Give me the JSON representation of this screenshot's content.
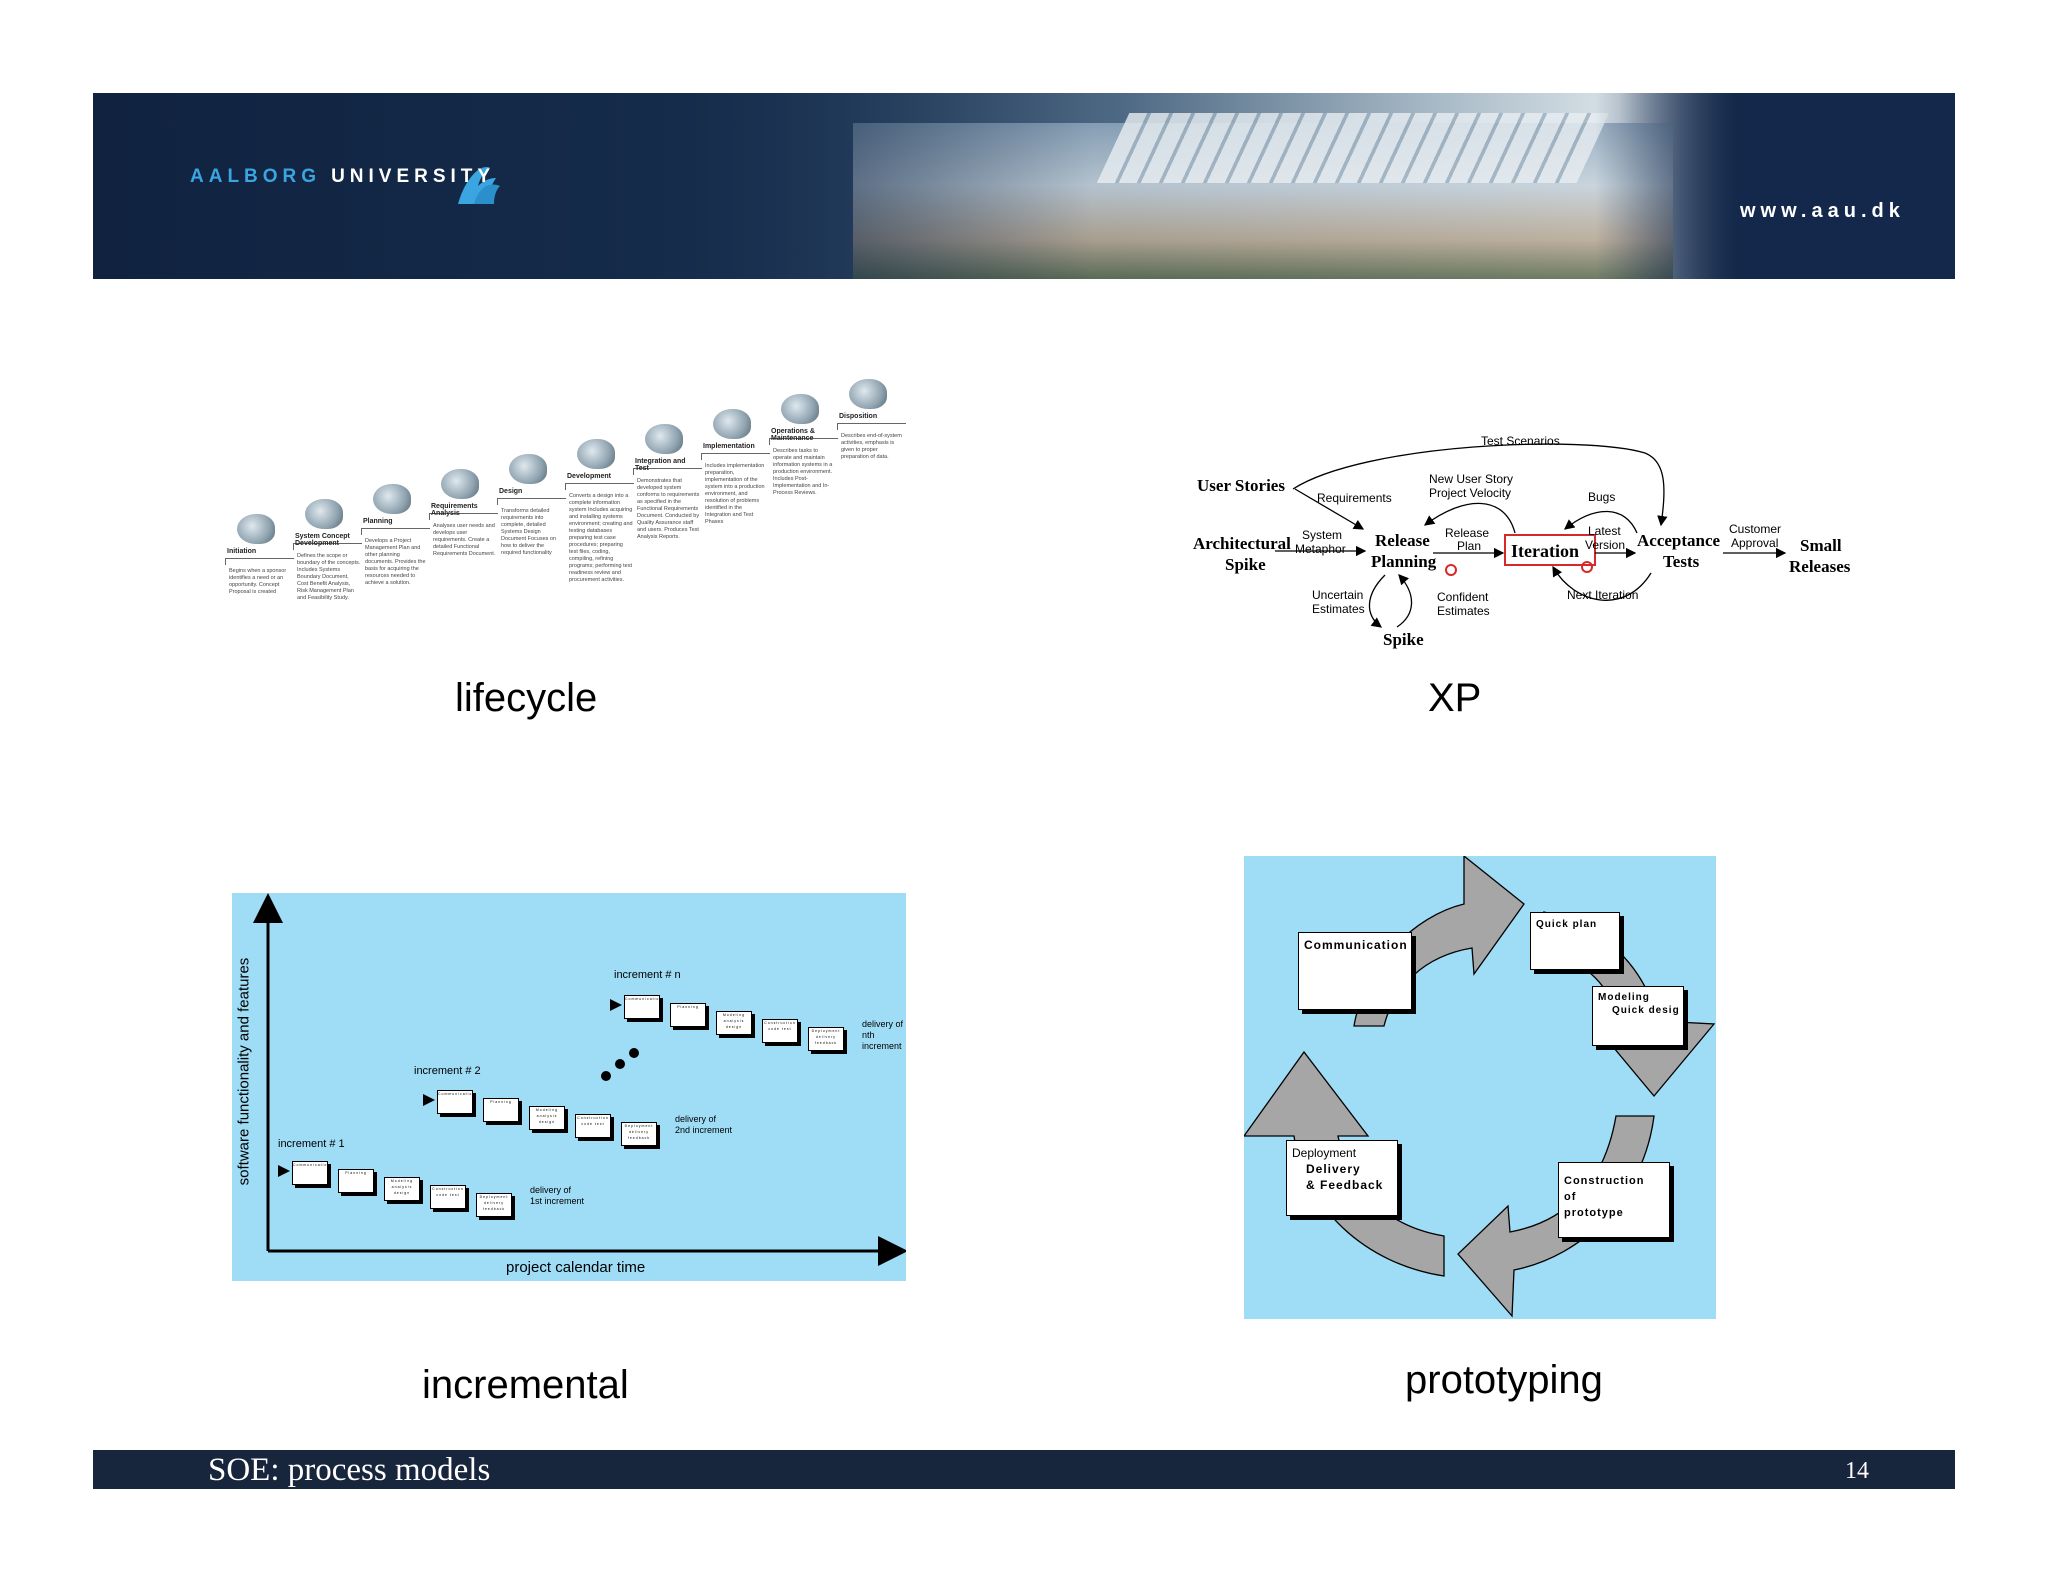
{
  "header": {
    "logo_word1": "AALBORG",
    "logo_word2": "UNIVERSITY",
    "website": "www.aau.dk"
  },
  "figures": {
    "lifecycle": {
      "caption": "lifecycle",
      "phases": [
        {
          "title": "Initiation",
          "text": "Begins when a sponsor identifies a need or an opportunity. Concept Proposal is created"
        },
        {
          "title": "System Concept Development",
          "text": "Defines the scope or boundary of the concepts. Includes Systems Boundary Document, Cost Benefit Analysis, Risk Management Plan and Feasibility Study."
        },
        {
          "title": "Planning",
          "text": "Develops a Project Management Plan and other planning documents. Provides the basis for acquiring the resources needed to achieve a solution."
        },
        {
          "title": "Requirements Analysis",
          "text": "Analyses user needs and develops user requirements. Create a detailed Functional Requirements Document."
        },
        {
          "title": "Design",
          "text": "Transforms detailed requirements into complete, detailed Systems Design Document Focuses on how to deliver the required functionality"
        },
        {
          "title": "Development",
          "text": "Converts a design into a complete information system Includes acquiring and installing systems environment; creating and testing databases preparing test case procedures; preparing test files, coding, compiling, refining programs; performing test readiness review and procurement activities."
        },
        {
          "title": "Integration and Test",
          "text": "Demonstrates that developed system conforms to requirements as specified in the Functional Requirements Document. Conducted by Quality Assurance staff and users. Produces Test Analysis Reports."
        },
        {
          "title": "Implementation",
          "text": "Includes implementation preparation, implementation of the system into a production environment, and resolution of problems identified in the Integration and Test Phases"
        },
        {
          "title": "Operations & Maintenance",
          "text": "Describes tasks to operate and maintain information systems in a production environment. Includes Post-Implementation and In-Process Reviews."
        },
        {
          "title": "Disposition",
          "text": "Describes end-of-system activities, emphasis is given to proper preparation of data."
        }
      ]
    },
    "xp": {
      "caption": "XP",
      "labels": {
        "test_scenarios": "Test Scenarios",
        "user_stories": "User Stories",
        "requirements": "Requirements",
        "new_user_story": "New User Story",
        "project_velocity": "Project Velocity",
        "bugs": "Bugs",
        "architectural": "Architectural",
        "spike": "Spike",
        "system": "System",
        "metaphor": "Metaphor",
        "release": "Release",
        "planning": "Planning",
        "release_small": "Release",
        "plan": "Plan",
        "iteration": "Iteration",
        "latest": "Latest",
        "version": "Version",
        "acceptance": "Acceptance",
        "tests": "Tests",
        "customer": "Customer",
        "approval": "Approval",
        "small": "Small",
        "releases": "Releases",
        "uncertain": "Uncertain",
        "estimates": "Estimates",
        "confident": "Confident",
        "estimates2": "Estimates",
        "next_iteration": "Next Iteration",
        "spike_bottom": "Spike"
      }
    },
    "incremental": {
      "caption": "incremental",
      "y_label": "software functionality and features",
      "x_label": "project calendar time",
      "increments": [
        {
          "label": "increment # 1",
          "delivery1": "delivery of",
          "delivery2": "1st increment"
        },
        {
          "label": "increment # 2",
          "delivery1": "delivery of",
          "delivery2": "2nd increment"
        },
        {
          "label": "increment # n",
          "delivery1": "delivery of",
          "delivery2": "nth increment"
        }
      ],
      "box_labels": [
        "Communication",
        "Planning",
        "Modeling analysis design",
        "Construction code test",
        "Deployment delivery feedback"
      ]
    },
    "prototyping": {
      "caption": "prototyping",
      "communication": "Communication",
      "quick_plan": "Quick plan",
      "modeling": "Modeling",
      "quick_design": "Quick design",
      "deployment": "Deployment",
      "delivery": "Delivery",
      "feedback": "& Feedback",
      "construction": "Construction",
      "of": "of",
      "prototype": "prototype"
    }
  },
  "footer": {
    "title": "SOE: process models",
    "page": "14"
  },
  "colors": {
    "banner": "#13284a",
    "footer": "#17263c",
    "diagram_bg": "#9fdcf6",
    "iteration_box": "#d62a2a"
  }
}
